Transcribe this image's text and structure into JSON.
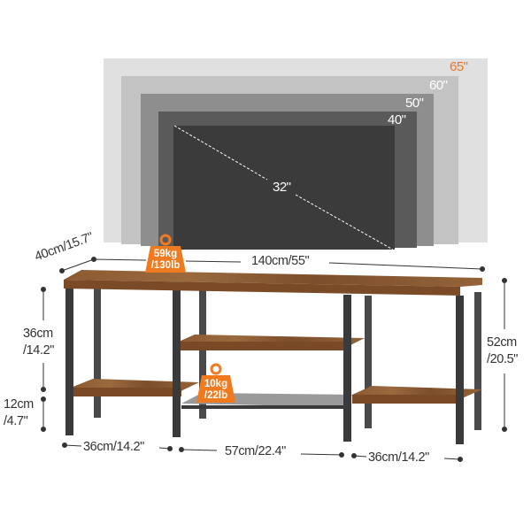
{
  "tv_sizes": [
    {
      "label": "65\"",
      "color": "#e0e0e0",
      "label_color": "#e8742c"
    },
    {
      "label": "60\"",
      "color": "#c3c3c3",
      "label_color": "#ffffff"
    },
    {
      "label": "50\"",
      "color": "#8e8e8e",
      "label_color": "#ffffff"
    },
    {
      "label": "40\"",
      "color": "#5a5a5a",
      "label_color": "#ffffff"
    },
    {
      "label": "32\"",
      "color": "#3b3b3b",
      "label_color": "#ffffff"
    }
  ],
  "weights": {
    "top": {
      "line1": "59kg",
      "line2": "/130lb"
    },
    "mesh_shelf": {
      "line1": "10kg",
      "line2": "/22lb"
    },
    "color": "#f07a1f"
  },
  "dimensions": {
    "depth": "40cm/15.7\"",
    "width": "140cm/55\"",
    "total_height": {
      "line1": "52cm",
      "line2": "/20.5\""
    },
    "upper_height": {
      "line1": "36cm",
      "line2": "/14.2\""
    },
    "lower_height": {
      "line1": "12cm",
      "line2": "/4.7\""
    },
    "left_section": "36cm/14.2\"",
    "middle_section": "57cm/22.4\"",
    "right_section": "36cm/14.2\""
  },
  "colors": {
    "wood": "#8a5a33",
    "wood_edge": "#6e4425",
    "frame": "#3a3a3c",
    "dim_line": "#333333"
  }
}
